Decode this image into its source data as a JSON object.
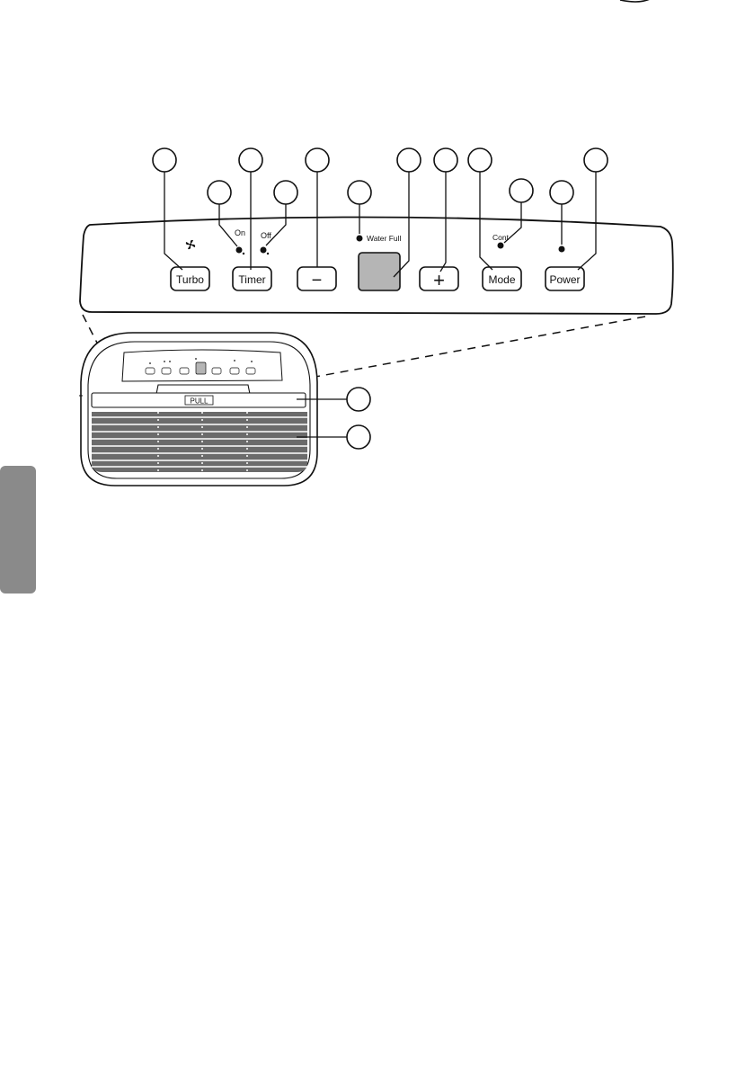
{
  "panel": {
    "buttons": {
      "turbo": "Turbo",
      "timer": "Timer",
      "minus": "−",
      "plus": "+",
      "mode": "Mode",
      "power": "Power"
    },
    "indicators": {
      "on": "On",
      "off": "Off",
      "water_full": "Water Full",
      "cont": "Cont"
    }
  },
  "unit": {
    "handle_label": "PULL"
  },
  "colors": {
    "line": "#111111",
    "display_fill": "#b5b5b5",
    "grille": "#6b6b6b",
    "side_tab": "#8a8a8a"
  }
}
